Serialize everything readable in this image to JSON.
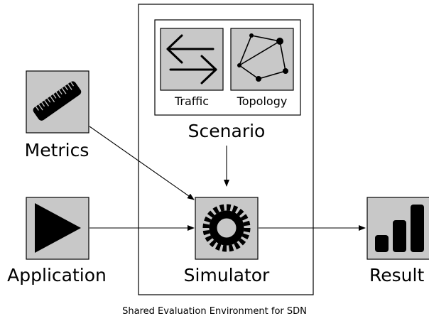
{
  "nodes": {
    "metrics": {
      "label": "Metrics",
      "icon": "ruler-icon"
    },
    "application": {
      "label": "Application",
      "icon": "play-icon"
    },
    "scenario": {
      "label": "Scenario",
      "traffic": {
        "label": "Traffic",
        "icon": "bidirectional-arrows-icon"
      },
      "topology": {
        "label": "Topology",
        "icon": "network-graph-icon"
      }
    },
    "simulator": {
      "label": "Simulator",
      "icon": "gear-icon"
    },
    "result": {
      "label": "Result",
      "icon": "bar-chart-icon"
    }
  },
  "caption": "Shared Evaluation Environment for SDN",
  "colors": {
    "icon_fill": "#c8c8c8",
    "stroke": "#000000",
    "background": "#ffffff"
  }
}
